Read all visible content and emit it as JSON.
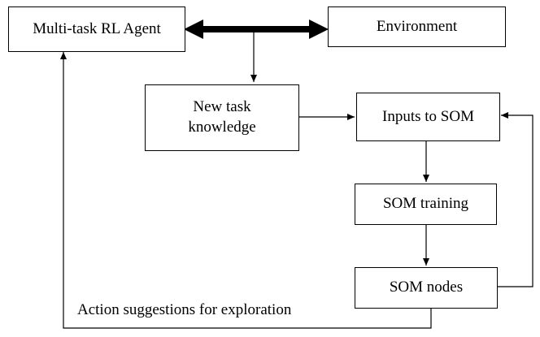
{
  "diagram": {
    "nodes": {
      "agent": "Multi-task RL Agent",
      "environment": "Environment",
      "new_task_line1": "New task",
      "new_task_line2": "knowledge",
      "inputs": "Inputs to SOM",
      "training": "SOM training",
      "nodes": "SOM nodes"
    },
    "edge_labels": {
      "feedback": "Action suggestions for exploration"
    }
  }
}
